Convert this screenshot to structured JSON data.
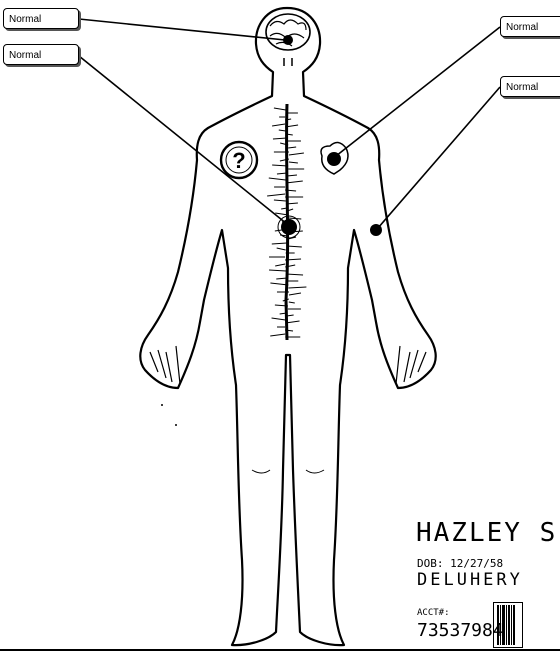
{
  "callouts": [
    {
      "label": "Normal",
      "region": "brain"
    },
    {
      "label": "Normal",
      "region": "spine"
    },
    {
      "label": "Normal",
      "region": "heart"
    },
    {
      "label": "Normal",
      "region": "arm"
    }
  ],
  "markers": {
    "unknown_symbol": "?"
  },
  "patient_stamp": {
    "name": "HAZLEY S",
    "dob_label": "DOB:",
    "dob": "12/27/58",
    "line3": "DELUHERY",
    "acct_label": "ACCT#:",
    "acct": "73537984"
  },
  "colors": {
    "ink": "#000000",
    "paper": "#ffffff"
  }
}
